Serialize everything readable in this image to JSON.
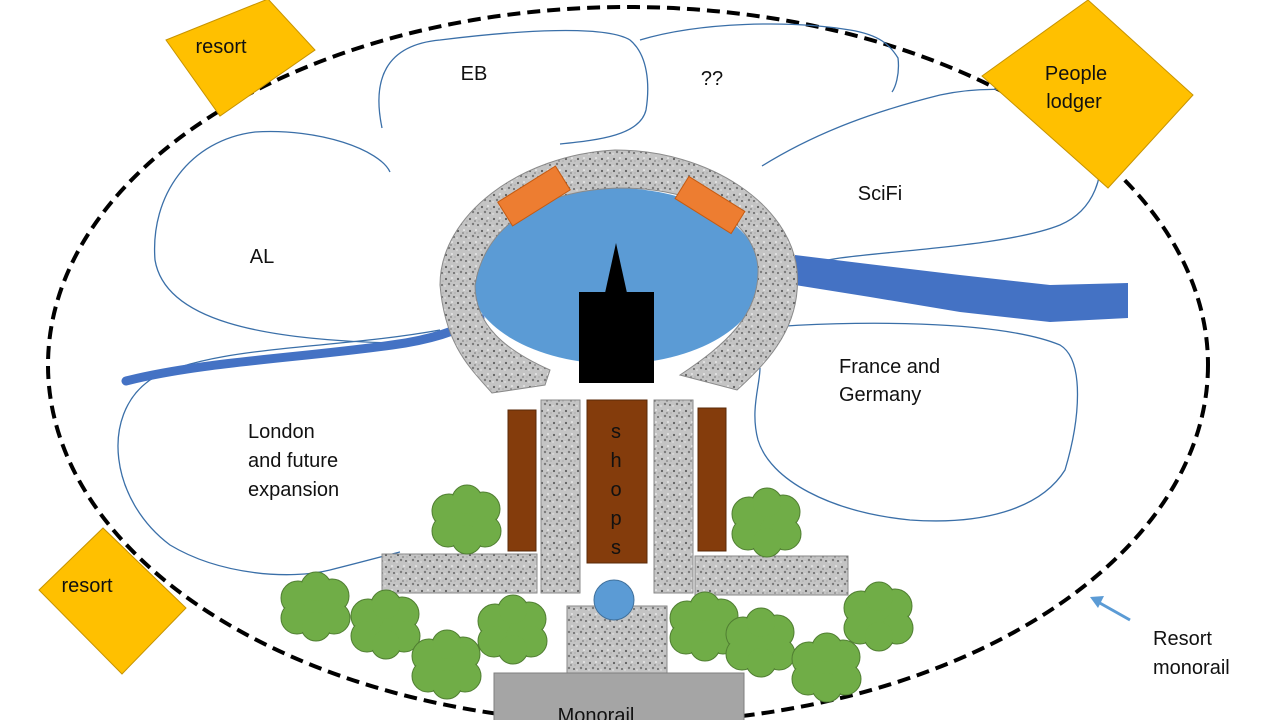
{
  "colors": {
    "resort": "#FFC000",
    "water": "#5B9BD5",
    "river": "#4472C4",
    "building": "#FF7F32",
    "shops": "#843C0C",
    "trees": "#70AD47",
    "castle": "#000000",
    "station": "#A5A5A5",
    "outline": "#3A6FA8"
  },
  "labels": {
    "resort_top": "resort",
    "resort_bottom": "resort",
    "people_lodger": [
      "People",
      "lodger"
    ],
    "eb": "EB",
    "unknown": "??",
    "scifi": "SciFi",
    "al": "AL",
    "france_germany": [
      "France and",
      "Germany"
    ],
    "london": [
      "London",
      "and future",
      "expansion"
    ],
    "shops": [
      "s",
      "h",
      "o",
      "p",
      "s"
    ],
    "resort_monorail": [
      "Resort",
      "monorail"
    ],
    "monorail": "Monorail"
  },
  "icons": {
    "castle": "castle-icon",
    "fountain": "fountain-icon",
    "tree": "tree-icon",
    "arrow": "arrow-icon"
  }
}
